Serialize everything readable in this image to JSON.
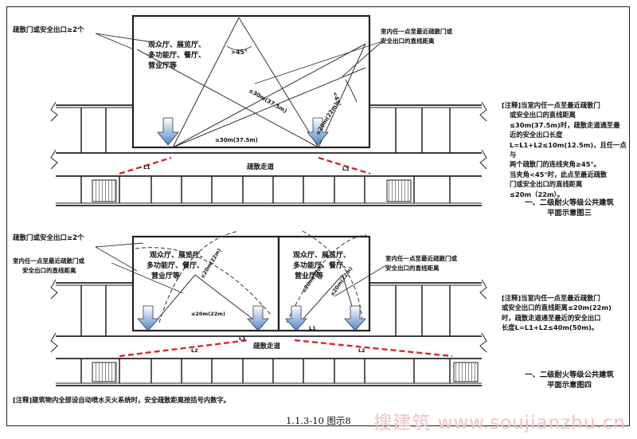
{
  "figure_caption": "1.1.3-10 图示8",
  "watermark": "搜建筑 www.soujianzhu.cn",
  "top": {
    "label_exits": "疏散门或安全出口≥2个",
    "label_rooms": [
      "观众厅、展览厅、",
      "多功能厅、餐厅、",
      "营业厅等"
    ],
    "label_distance": [
      "室内任一点至最近疏散门或",
      "安全出口的直线距离"
    ],
    "angle": ">45°",
    "angle2": "<45°",
    "dim_long": "≤30m(37.5m)",
    "dim_long2": "≤30m(37.5m)",
    "dim_short": "≤20m(22m)",
    "corridor": "疏散走道",
    "l1": "L1",
    "l2": "L2",
    "note": [
      "[注释]当室内任一点至最近疏散门",
      "或安全出口的直线距离",
      "≤30m(37.5m)时，疏散走道通至最",
      "近的安全出口长度",
      "L=L1+L2≤10m(12.5m)，且任一点与",
      "两个疏散门的连线夹角≥45°。",
      "当夹角<45°时，此点至最近疏散",
      "门或安全出口的直线距离",
      "≤20m（22m）。"
    ],
    "caption": [
      "一、二级耐火等级公共建筑",
      "平面示意图三"
    ]
  },
  "bottom": {
    "label_exits": "疏散门或安全出口≥2个",
    "label_distance_left": [
      "室内任一点至最近疏散门或",
      "安全出口的直线距离"
    ],
    "label_rooms_left": [
      "观众厅、展览厅、",
      "多功能厅、餐厅、",
      "营业厅等"
    ],
    "label_rooms_right": [
      "观众厅、展览厅、",
      "多功能厅、餐厅、",
      "营业厅等"
    ],
    "label_distance_right": [
      "室内任一点至最近疏散门或",
      "安全出口的直线距离"
    ],
    "dim_a": "≤20m(22m)",
    "dim_b": "≤20m(22m)",
    "dim_c": "≤20m(22m)",
    "dim_d": "≤20m(22m)",
    "corridor": "疏散走道",
    "l1a": "L1",
    "l2a": "L2",
    "l1b": "L1",
    "l2b": "L2",
    "note": [
      "[注释]当室内任一点至最近疏散门",
      "或安全出口的直线距离≤20m(22m)",
      "时，疏散走道通至最近的安全出口",
      "长度L=L1+L2≤40m(50m)。"
    ],
    "caption": [
      "一、二级耐火等级公共建筑",
      "平面示意图四"
    ]
  },
  "footnote": "[注释]建筑物内全部设自动喷水灭火系统时，安全疏散距离按括号内数字。"
}
